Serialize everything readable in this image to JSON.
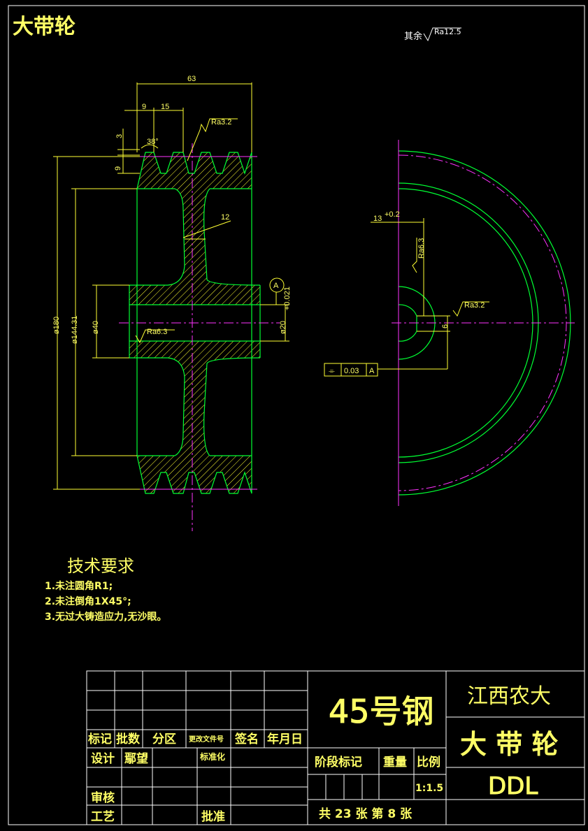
{
  "title": "大带轮",
  "roughness_note": {
    "prefix": "其余",
    "value": "Ra12.5"
  },
  "dimensions": {
    "overall_width": "63",
    "groove_pitch_first": "9",
    "groove_pitch": "15",
    "groove_angle": "38°",
    "groove_top": "3",
    "groove_depth": "9",
    "web_thickness": "12",
    "outer_diameter": "ø180",
    "pitch_diameter": "ø144.31",
    "hub_diameter": "ø40",
    "bore_diameter": "ø20",
    "bore_tol": "+0.021",
    "keyway_width": "6",
    "keyway_depth": "13",
    "keyway_tol": "+0.2"
  },
  "roughness": {
    "groove": "Ra3.2",
    "hub": "Ra6.3",
    "keyway_side": "Ra6.3",
    "keyway_bottom": "Ra3.2"
  },
  "datum": "A",
  "tolerance_frame": {
    "symbol": "⌯",
    "value": "0.03",
    "datum": "A"
  },
  "tech_requirements": {
    "heading": "技术要求",
    "items": [
      "1.未注圆角R1;",
      "2.未注倒角1X45°;",
      "3.无过大铸造应力,无沙眼。"
    ]
  },
  "title_block": {
    "header_labels": [
      "标记",
      "批数",
      "分区",
      "更改文件号",
      "签名",
      "年月日"
    ],
    "design_label": "设计",
    "designer": "鄢望",
    "standardize_label": "标准化",
    "review_label": "审核",
    "process_label": "工艺",
    "approve_label": "批准",
    "material": "45号钢",
    "stage_label": "阶段标记",
    "weight_label": "重量",
    "scale_label": "比例",
    "scale": "1:1.5",
    "sheet_info": "共 23 张 第 8 张",
    "school": "江西农大",
    "part_name": "大 带 轮",
    "drawing_code": "DDL"
  },
  "colors": {
    "background": "#000000",
    "outline": "#00ff33",
    "dimension": "#ffff33",
    "centerline": "#ff33ff",
    "text": "#ffff66"
  }
}
